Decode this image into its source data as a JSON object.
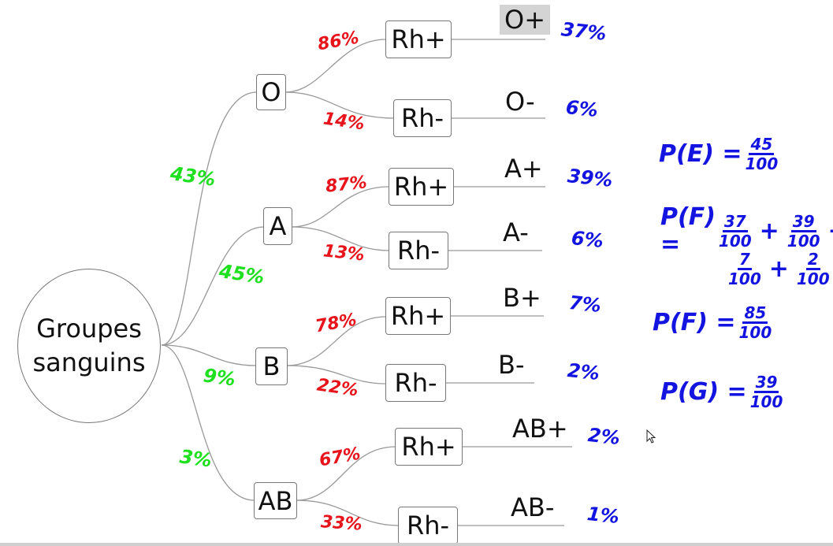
{
  "root": {
    "line1": "Groupes",
    "line2": "sanguins"
  },
  "groups": [
    {
      "label": "O",
      "prob": "43%",
      "rh_pos_prob": "86%",
      "rh_neg_prob": "14%",
      "rh_pos": "Rh+",
      "rh_neg": "Rh-",
      "out_pos": "O+",
      "out_neg": "O-",
      "pct_pos": "37%",
      "pct_neg": "6%"
    },
    {
      "label": "A",
      "prob": "45%",
      "rh_pos_prob": "87%",
      "rh_neg_prob": "13%",
      "rh_pos": "Rh+",
      "rh_neg": "Rh-",
      "out_pos": "A+",
      "out_neg": "A-",
      "pct_pos": "39%",
      "pct_neg": "6%"
    },
    {
      "label": "B",
      "prob": "9%",
      "rh_pos_prob": "78%",
      "rh_neg_prob": "22%",
      "rh_pos": "Rh+",
      "rh_neg": "Rh-",
      "out_pos": "B+",
      "out_neg": "B-",
      "pct_pos": "7%",
      "pct_neg": "2%"
    },
    {
      "label": "AB",
      "prob": "3%",
      "rh_pos_prob": "67%",
      "rh_neg_prob": "33%",
      "rh_pos": "Rh+",
      "rh_neg": "Rh-",
      "out_pos": "AB+",
      "out_neg": "AB-",
      "pct_pos": "2%",
      "pct_neg": "1%"
    }
  ],
  "formulas": {
    "pe": {
      "lhs": "P(E) =",
      "num": "45",
      "den": "100"
    },
    "pf1": {
      "lhs": "P(F) =",
      "terms": [
        {
          "num": "37",
          "den": "100"
        },
        {
          "num": "39",
          "den": "100"
        }
      ],
      "plus": "+"
    },
    "pf2": {
      "terms": [
        {
          "num": "7",
          "den": "100"
        },
        {
          "num": "2",
          "den": "100"
        }
      ],
      "plus": "+"
    },
    "pf3": {
      "lhs": "P(F) =",
      "num": "85",
      "den": "100"
    },
    "pg": {
      "lhs": "P(G) =",
      "num": "39",
      "den": "100"
    }
  },
  "colors": {
    "first_level": "#1ee01e",
    "second_level": "#e8141c",
    "results": "#1414e0"
  }
}
